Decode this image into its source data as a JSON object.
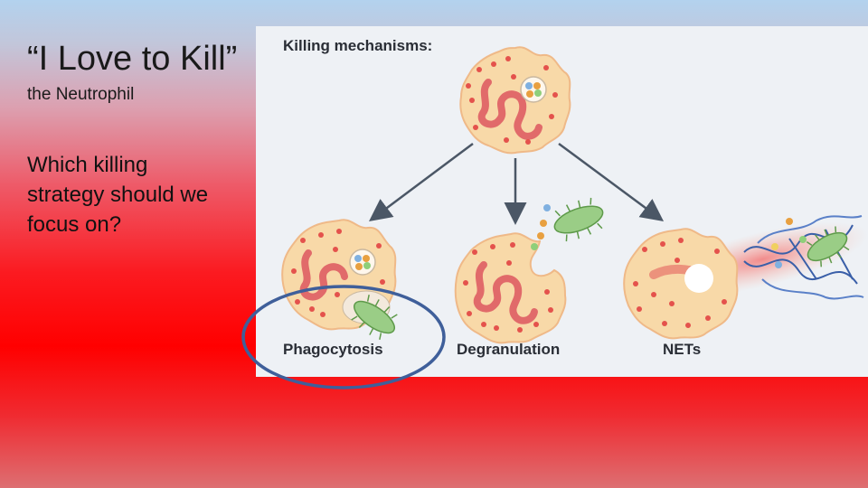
{
  "slide": {
    "title": "“I Love to Kill”",
    "subtitle": "the Neutrophil",
    "question": "Which killing strategy should we focus on?"
  },
  "diagram": {
    "heading": "Killing mechanisms:",
    "mechanisms": [
      {
        "label": "Phagocytosis"
      },
      {
        "label": "Degranulation"
      },
      {
        "label": "NETs"
      }
    ]
  },
  "colors": {
    "cell_fill": "#f8d9a8",
    "cell_stroke": "#efb988",
    "nucleus": "#e16a6a",
    "granule": "#e4524c",
    "bacterium": "#9acd86",
    "arrow": "#4b5766",
    "highlight_circle": "#3f5f9a"
  }
}
